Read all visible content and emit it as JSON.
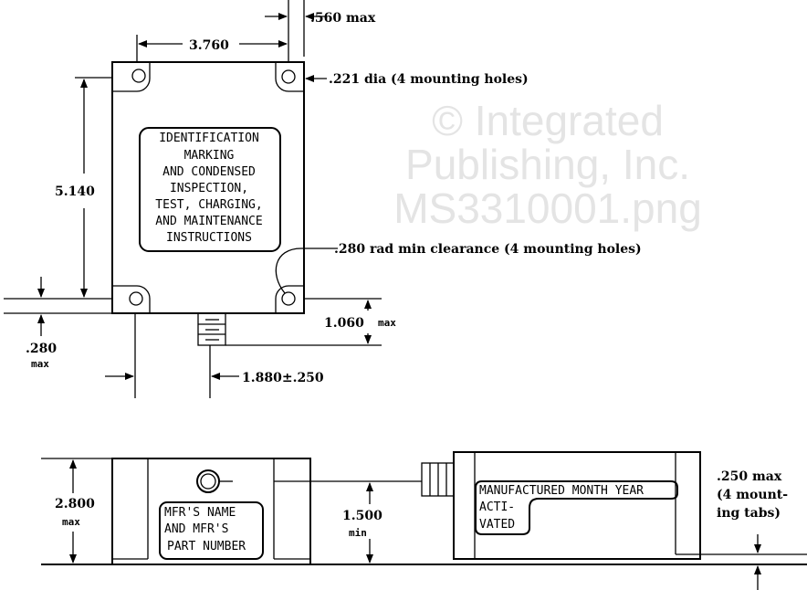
{
  "watermark": {
    "line1": "© Integrated",
    "line2": "Publishing, Inc.",
    "line3": "MS3310001.png"
  },
  "top_view": {
    "dim_width": "3.760",
    "dim_tab": ".560 max",
    "dim_hole": ".221 dia (4 mounting holes)",
    "dim_height": "5.140",
    "dim_tab_thickness": ".280",
    "dim_tab_thickness_unit": "max",
    "dim_connector_offset": "1.880±.250",
    "dim_connector_height": "1.060",
    "dim_connector_height_unit": "max",
    "dim_clearance": ".280 rad min clearance (4 mounting holes)",
    "label_lines": [
      "IDENTIFICATION",
      "MARKING",
      "AND CONDENSED",
      "INSPECTION,",
      "TEST, CHARGING,",
      "AND MAINTENANCE",
      "INSTRUCTIONS"
    ]
  },
  "side_views": {
    "dim_height": "2.800",
    "dim_height_unit": "max",
    "dim_min": "1.500",
    "dim_min_unit": "min",
    "left_label_lines": [
      "MFR'S NAME",
      "AND MFR'S",
      "PART NUMBER"
    ],
    "right_label_lines": [
      "MANUFACTURED MONTH YEAR",
      "ACTI-",
      "VATED"
    ],
    "tab_note_lines": [
      ".250 max",
      "(4 mount-",
      "ing tabs)"
    ]
  }
}
